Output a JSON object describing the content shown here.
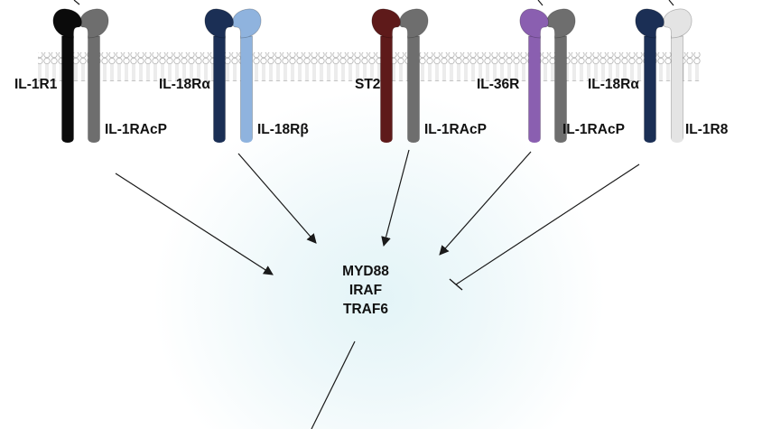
{
  "receptor_pairs": [
    {
      "left_label": "IL-1R1",
      "right_label": "IL-1RAcP",
      "left_color": "#0b0b0b",
      "right_color": "#6e6e6e"
    },
    {
      "left_label": "IL-18Rα",
      "right_label": "IL-18Rβ",
      "left_color": "#1b2f55",
      "right_color": "#8fb3de"
    },
    {
      "left_label": "ST2",
      "right_label": "IL-1RAcP",
      "left_color": "#5e1a1a",
      "right_color": "#6e6e6e"
    },
    {
      "left_label": "IL-36R",
      "right_label": "IL-1RAcP",
      "left_color": "#8a5fb0",
      "right_color": "#6e6e6e"
    },
    {
      "left_label": "IL-18Rα",
      "right_label": "IL-1R8",
      "left_color": "#1b2f55",
      "right_color": "#e4e4e4"
    }
  ],
  "signaling": {
    "line1": "MYD88",
    "line2": "IRAF",
    "line3": "TRAF6"
  },
  "colors": {
    "membrane": "#cfcfcf",
    "arrow": "#1a1a1a",
    "background_glow": "#e3f4f7"
  }
}
